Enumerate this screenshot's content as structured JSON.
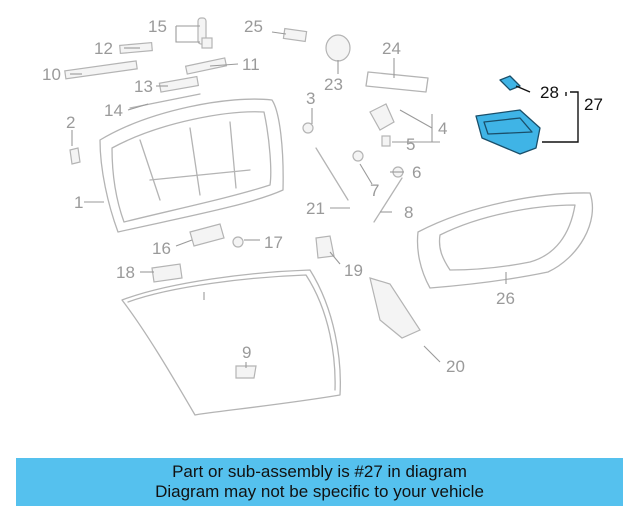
{
  "callouts": {
    "c1": "1",
    "c2": "2",
    "c3": "3",
    "c4": "4",
    "c5": "5",
    "c6": "6",
    "c7": "7",
    "c8": "8",
    "c9": "9",
    "c10": "10",
    "c11": "11",
    "c12": "12",
    "c13": "13",
    "c14": "14",
    "c15": "15",
    "c16": "16",
    "c17": "17",
    "c18": "18",
    "c19": "19",
    "c20": "20",
    "c21": "21",
    "c23": "23",
    "c24": "24",
    "c25": "25",
    "c26": "26",
    "c27": "27",
    "c28": "28"
  },
  "highlight": {
    "part_number": "27",
    "fill_color": "#3fb4e6"
  },
  "banner": {
    "line1": "Part or sub-assembly is #27 in diagram",
    "line2": "Diagram may not be specific to your vehicle",
    "background": "#55c1ee"
  }
}
